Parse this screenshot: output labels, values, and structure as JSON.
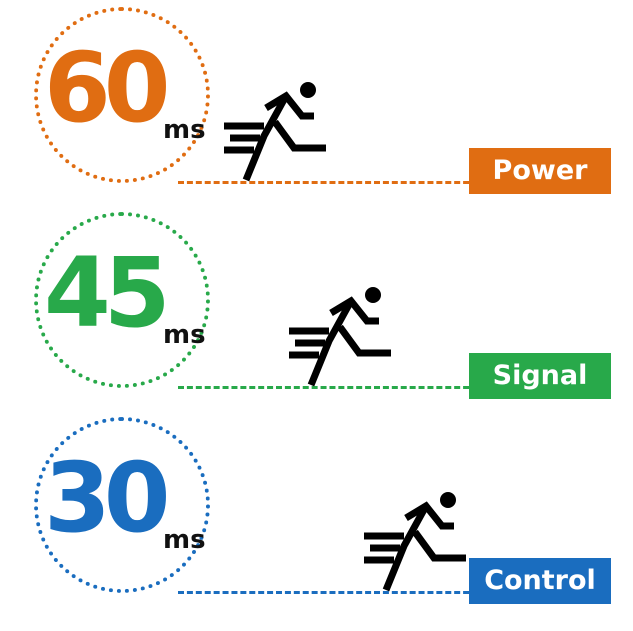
{
  "items": [
    {
      "value": "60",
      "unit": "ms",
      "label": "Power",
      "color": "#e06d12",
      "icon": "runner-icon"
    },
    {
      "value": "45",
      "unit": "ms",
      "label": "Signal",
      "color": "#28a94a",
      "icon": "runner-icon"
    },
    {
      "value": "30",
      "unit": "ms",
      "label": "Control",
      "color": "#1a6dbf",
      "icon": "runner-icon"
    }
  ]
}
